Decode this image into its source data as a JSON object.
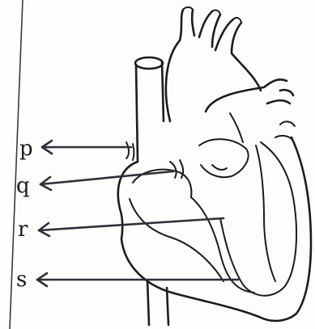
{
  "diagram": {
    "labels": [
      {
        "id": "p",
        "text": "p"
      },
      {
        "id": "q",
        "text": "q"
      },
      {
        "id": "r",
        "text": "r"
      },
      {
        "id": "s",
        "text": "s"
      }
    ]
  },
  "colors": {
    "ink": "#1c1c1c",
    "arrow": "#2e2e3a",
    "paper": "#fdfdfc"
  }
}
